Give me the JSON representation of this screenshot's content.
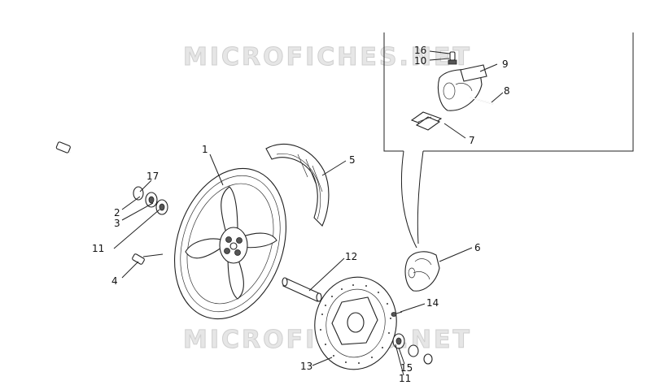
{
  "watermark": {
    "top": "MICROFICHES.NET",
    "bottom": "MICROFICHES.NET"
  },
  "callouts": [
    "1",
    "2",
    "3",
    "4",
    "5",
    "6",
    "7",
    "8",
    "9",
    "10",
    "11",
    "11",
    "12",
    "13",
    "14",
    "15",
    "16",
    "17"
  ],
  "icons": {
    "wheel": "front-wheel-rim-icon",
    "fender": "tyre-fender-icon",
    "axle": "wheel-axle-icon",
    "disc": "brake-disc-icon",
    "caliper": "brake-caliper-icon",
    "pads": "brake-pads-icon"
  }
}
